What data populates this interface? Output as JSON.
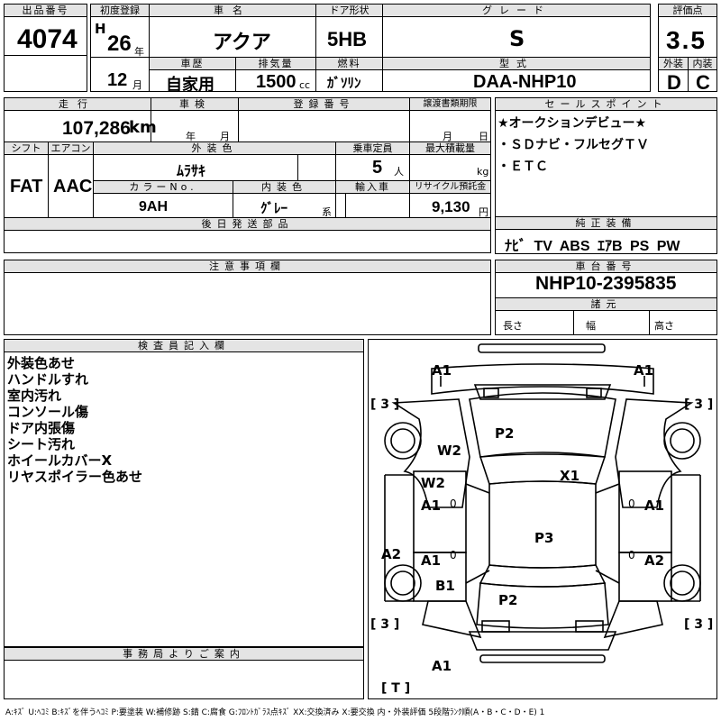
{
  "top": {
    "h_lot": "出品番号",
    "lot": "4074",
    "h_first_reg": "初度登録",
    "era": "H",
    "year": "26",
    "nen": "年",
    "month": "12",
    "tsuki": "月",
    "h_name": "車名",
    "name": "アクア",
    "h_door": "ドア形状",
    "door": "5HB",
    "h_grade": "グレード",
    "grade": "S",
    "h_score": "評価点",
    "score": "3.5",
    "h_history": "車歴",
    "history": "自家用",
    "h_disp": "排気量",
    "disp": "1500",
    "cc": "cc",
    "h_fuel": "燃料",
    "fuel": "ｶﾞｿﾘﾝ",
    "h_model": "型式",
    "model": "DAA-NHP10",
    "h_ext": "外装",
    "ext": "D",
    "h_int": "内装",
    "int": "C"
  },
  "second": {
    "h_mileage": "走行",
    "mileage": "107,286",
    "km": "km",
    "h_inspection": "車検",
    "ins_nen": "年",
    "ins_tsuki": "月",
    "h_regnum": "登録番号",
    "h_deadline": "譲渡書類期限",
    "dl_tsuki": "月",
    "dl_hi": "日",
    "h_shift": "シフト",
    "shift": "FAT",
    "h_ac": "エアコン",
    "ac": "AAC",
    "h_color": "外装色",
    "color": "ﾑﾗｻｷ",
    "h_capacity": "乗車定員",
    "capacity": "5",
    "nin": "人",
    "h_load": "最大積載量",
    "kg": "kg",
    "h_colorno": "カラーNo.",
    "colorno": "9AH",
    "h_intcolor": "内装色",
    "intcolor": "ｸﾞﾚｰ",
    "kei": "系",
    "h_import": "輸入車",
    "h_recycle": "リサイクル預託金",
    "recycle": "9,130",
    "yen": "円",
    "h_later": "後日発送部品"
  },
  "sales": {
    "header": "セールスポイント",
    "lines": [
      "★オークションデビュー★",
      "・ＳＤナビ・フルセグＴＶ",
      "・ＥＴＣ"
    ]
  },
  "equipment": {
    "header": "純正装備",
    "items": "ﾅﾋﾞ TV ABS ｴｱB PS PW"
  },
  "caution": {
    "header": "注意事項欄"
  },
  "chassis": {
    "header": "車台番号",
    "value": "NHP10-2395835"
  },
  "specs": {
    "header": "諸元",
    "length": "長さ",
    "width": "幅",
    "height": "高さ"
  },
  "inspector": {
    "header": "検査員記入欄",
    "notes": [
      "外装色あせ",
      "ハンドルすれ",
      "室内汚れ",
      "コンソール傷",
      "ドア内張傷",
      "シート汚れ",
      "ホイールカバーX",
      "リヤスポイラー色あせ"
    ]
  },
  "office": {
    "header": "事務局よりご案内"
  },
  "diagram": {
    "marks": {
      "a1_fl": "A1",
      "a1_fr": "A1",
      "tire_fl": "[ 3 ]",
      "tire_fr": "[ 3 ]",
      "p2_hood": "P2",
      "w2_a": "W2",
      "x1": "X1",
      "w2_b": "W2",
      "a1_ld": "A1",
      "zero_l1": "0",
      "zero_r1": "0",
      "a1_rd": "A1",
      "a2_l": "A2",
      "a1_ld2": "A1",
      "zero_l2": "0",
      "zero_r2": "0",
      "a2_r": "A2",
      "p3_roof": "P3",
      "b1": "B1",
      "p2_rear": "P2",
      "tire_rl": "[ 3 ]",
      "tire_rr": "[ 3 ]",
      "a1_rear": "A1",
      "spare": "[ T ]"
    }
  },
  "legend": "A:ｷｽﾞ U:ﾍｺﾐ B:ｷｽﾞを伴うﾍｺﾐ P:要塗装 W:補修跡 S:錆 C:腐食 G:ﾌﾛﾝﾄｶﾞﾗｽ点ｷｽﾞ XX:交換済み X:要交換 内・外装評価 5段階ﾗﾝｸ順(A・B・C・D・E) 1"
}
